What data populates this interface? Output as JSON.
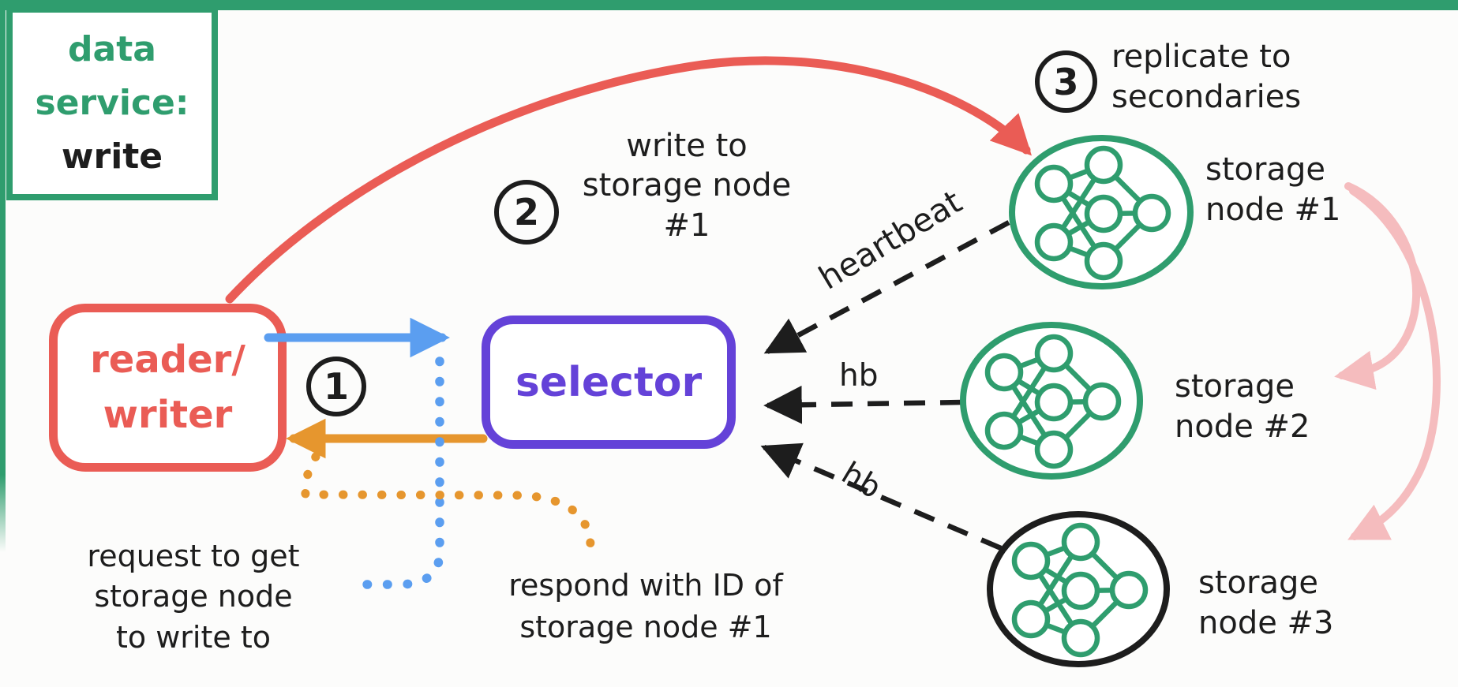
{
  "title_box": {
    "l1": "data",
    "l2": "service:",
    "l3": "write"
  },
  "reader_writer": {
    "l1": "reader/",
    "l2": "writer"
  },
  "selector": {
    "label": "selector"
  },
  "storage_nodes": [
    {
      "l1": "storage",
      "l2": "node #1"
    },
    {
      "l1": "storage",
      "l2": "node #2"
    },
    {
      "l1": "storage",
      "l2": "node #3"
    }
  ],
  "steps": {
    "one": "1",
    "two": "2",
    "three": "3"
  },
  "annotations": {
    "step2": {
      "l1": "write to",
      "l2": "storage node",
      "l3": "#1"
    },
    "step3": {
      "l1": "replicate to",
      "l2": "secondaries"
    },
    "heartbeat": "heartbeat",
    "hb2": "hb",
    "hb3": "hb",
    "request": {
      "l1": "request to get",
      "l2": "storage node",
      "l3": "to write to"
    },
    "respond": {
      "l1": "respond with ID of",
      "l2": "storage node #1"
    }
  },
  "colors": {
    "green": "#2f9d6e",
    "red": "#ea5c55",
    "orange": "#e6962e",
    "blue": "#5b9ef0",
    "purple": "#6442d8",
    "pink": "#f5bcbe",
    "ink": "#1d1d1d"
  }
}
